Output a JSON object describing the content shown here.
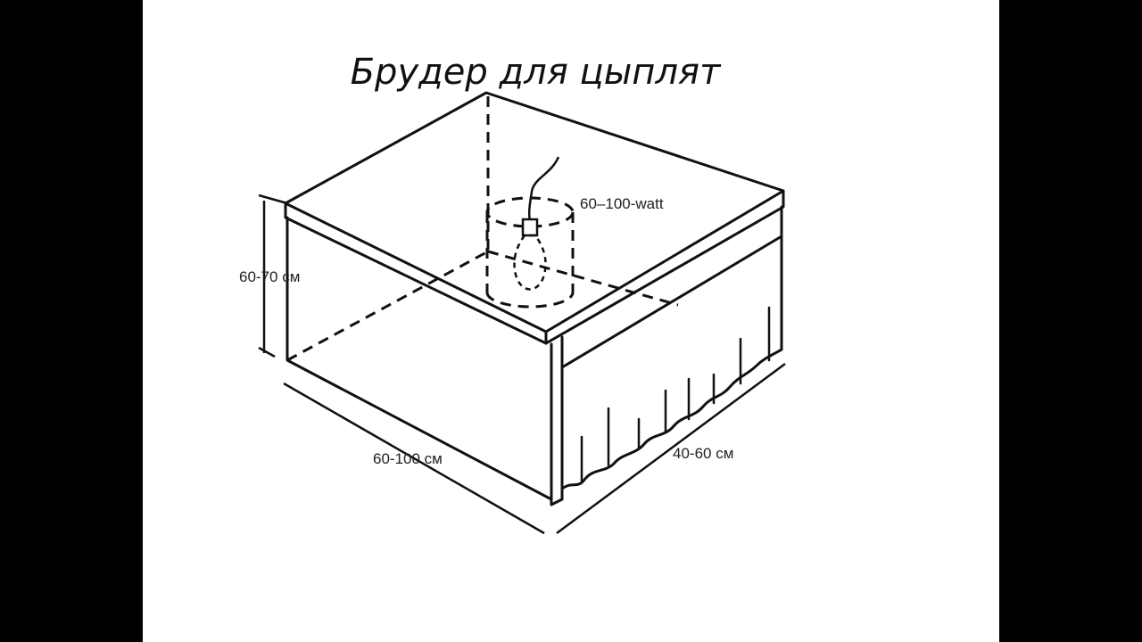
{
  "title": "Брудер для цыплят",
  "labels": {
    "lamp": "60–100-watt",
    "height": "60-70 см",
    "length": "60-100 см",
    "width": "40-60 см"
  },
  "colors": {
    "background": "#ffffff",
    "letterbox": "#000000",
    "line": "#111111"
  }
}
